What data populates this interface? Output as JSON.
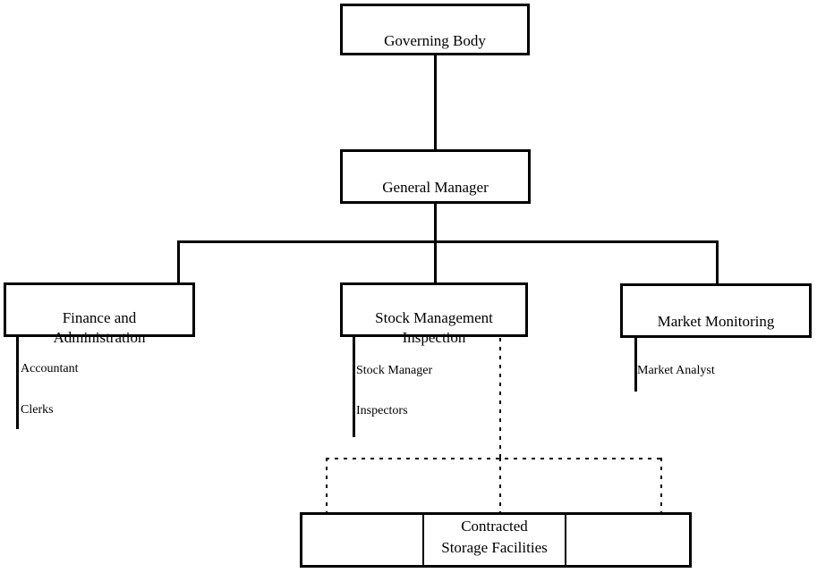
{
  "canvas": {
    "background": "#ffffff",
    "line_color": "#000000",
    "box_border_color": "#000000"
  },
  "nodes": {
    "governing_body": {
      "label": "Governing Body"
    },
    "general_manager": {
      "label": "General Manager"
    },
    "finance_admin": {
      "label": "Finance and\nAdministration"
    },
    "stock_mgmt_inspection": {
      "label": "Stock Management\nInspection"
    },
    "market_monitoring": {
      "label": "Market Monitoring"
    },
    "contracted_storage": {
      "label": "Contracted\nStorage Facilities"
    }
  },
  "staff": {
    "finance": [
      "Accountant",
      "Clerks"
    ],
    "stock": [
      "Stock Manager",
      "Inspectors"
    ],
    "market": [
      "Market Analyst"
    ]
  }
}
